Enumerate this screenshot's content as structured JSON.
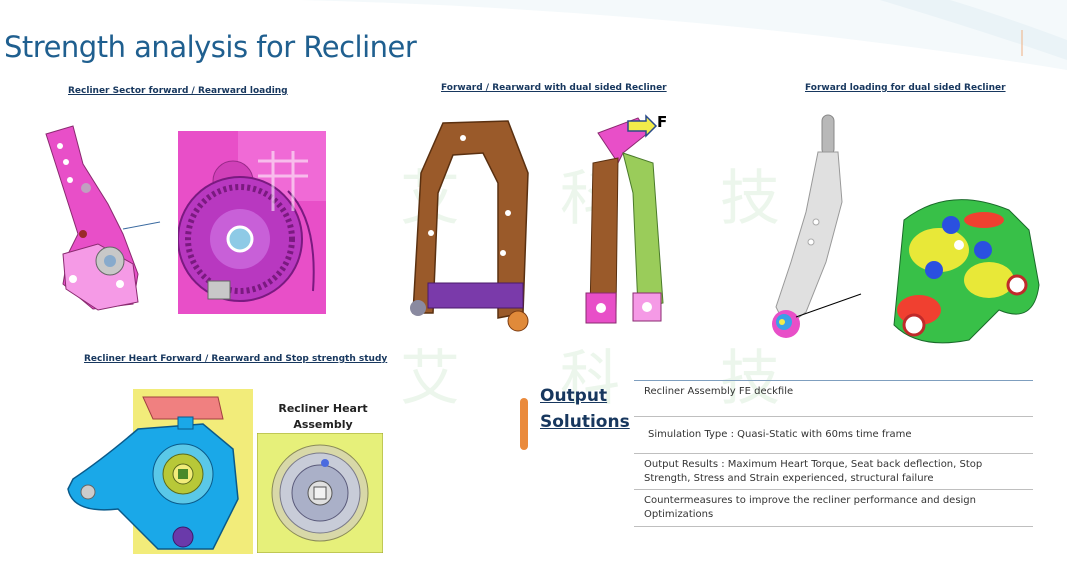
{
  "title": "Strength analysis for Recliner",
  "captions": {
    "sector": "Recliner Sector forward / Rearward loading",
    "dual_frame": "Forward / Rearward with dual sided Recliner",
    "forward_loading": "Forward loading for dual sided Recliner",
    "heart_study": "Recliner Heart Forward / Rearward and Stop strength study"
  },
  "force_label": "F",
  "heart_assembly_label_line1": "Recliner Heart",
  "heart_assembly_label_line2": "Assembly",
  "watermark_chars": [
    "艾",
    "科",
    "技",
    "艾",
    "科",
    "技"
  ],
  "output": {
    "title_line1": "Output",
    "title_line2": "Solutions",
    "items": [
      "Recliner Assembly FE deckfile",
      "Simulation Type : Quasi-Static with 60ms time frame",
      "Output Results : Maximum Heart Torque, Seat back deflection, Stop Strength, Stress and Strain experienced, structural failure",
      "Countermeasures to improve the recliner performance and design Optimizations"
    ]
  },
  "colors": {
    "title_blue": "#1f5f8f",
    "caption_navy": "#17375e",
    "accent_orange": "#ea8a3c",
    "part_magenta": "#e84fc8",
    "part_cyan": "#1aa8e8",
    "frame_brown": "#9a5a2a",
    "part_yellow": "#f2ec7a"
  }
}
